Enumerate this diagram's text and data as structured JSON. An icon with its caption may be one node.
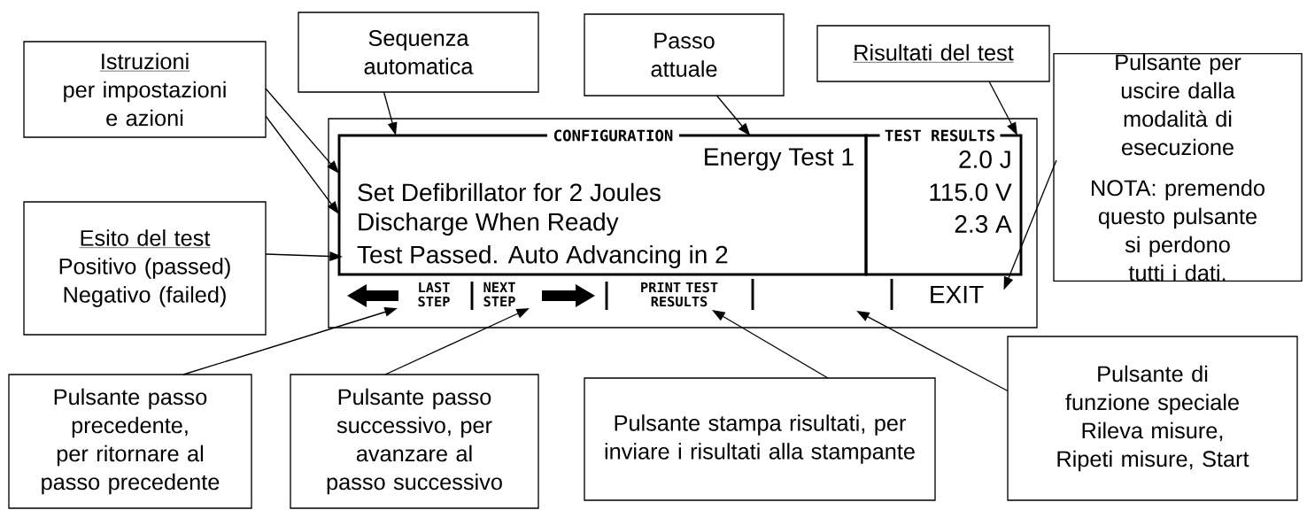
{
  "diagram": {
    "nodes": [
      {
        "text": [
          "Istruzioni",
          "per impostazioni e azioni"
        ]
      },
      {
        "text": [
          "Sequenza automatica"
        ]
      },
      {
        "text": [
          "Passo attuale"
        ]
      },
      {
        "text": [
          "Risultati del test"
        ]
      },
      {
        "text": [
          "Pulsante per uscire dalla modalità di esecuzione",
          "NOTA:  premendo questo pulsante si perdono tutti i dati."
        ]
      },
      {
        "text": [
          "Esito del test",
          "Positivo (passed) Negativo (failed)"
        ]
      },
      {
        "text": [],
        "shape": "box"
      },
      {
        "text": [
          "CONFIGURATION"
        ],
        "in": 6
      },
      {
        "text": [
          "Energy Test 1"
        ],
        "in": 7
      },
      {
        "text": [
          "Set Defibrillator for 2 Joules"
        ],
        "in": 7
      },
      {
        "text": [
          "Discharge When Ready"
        ],
        "in": 7
      },
      {
        "text": [
          "Test Passed. Auto Advancing in 2"
        ],
        "in": 7
      },
      {
        "text": [
          "TEST RESULTS",
          "2.0 J",
          "115.0 V",
          "2.3 A"
        ],
        "in": 6
      },
      {
        "text": [
          "LAST STEP"
        ],
        "in": 6
      },
      {
        "text": [
          "NEXT STEP"
        ],
        "in": 6
      },
      {
        "text": [
          "PRINT TEST RESULTS"
        ],
        "in": 6
      },
      {
        "text": [],
        "shape": "box",
        "in": 6
      },
      {
        "text": [
          "EXIT"
        ],
        "in": 6
      },
      {
        "text": [
          "Pulsante passo precedente, per ritornare al passo precedente"
        ]
      },
      {
        "text": [
          "Pulsante passo successivo, per avanzare al passo successivo"
        ]
      },
      {
        "text": [
          "Pulsante stampa risultati, per inviare i risultati alla stampante"
        ]
      },
      {
        "text": [
          "Pulsante di funzione speciale",
          "Rileva misure, Ripeti misure, Start"
        ]
      }
    ],
    "edges": [
      {
        "from": 0,
        "to": 9,
        "arrow": "to"
      },
      {
        "from": 0,
        "to": 10,
        "arrow": "to"
      },
      {
        "from": 1,
        "to": 7,
        "arrow": "to"
      },
      {
        "from": 2,
        "to": 8,
        "arrow": "to"
      },
      {
        "from": 3,
        "to": 12,
        "arrow": "to"
      },
      {
        "from": 4,
        "to": 17,
        "arrow": "to"
      },
      {
        "from": 5,
        "to": 11,
        "arrow": "to"
      },
      {
        "from": 18,
        "to": 13,
        "arrow": "to"
      },
      {
        "from": 19,
        "to": 14,
        "arrow": "to"
      },
      {
        "from": 20,
        "to": 15,
        "arrow": "to"
      },
      {
        "from": 21,
        "to": 16,
        "arrow": "to"
      }
    ]
  }
}
